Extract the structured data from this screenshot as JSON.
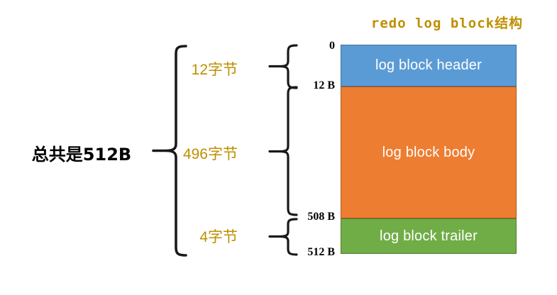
{
  "diagram": {
    "title": "redo log block结构",
    "total_label": "总共是512B",
    "accent_color": "#bf8f00",
    "text_color": "#000000"
  },
  "blocks": [
    {
      "name": "header",
      "label": "log block header",
      "color": "#5b9bd5",
      "border_color": "#41719c",
      "size_label": "12字节",
      "start_offset": "0",
      "end_offset": "12 B"
    },
    {
      "name": "body",
      "label": "log block body",
      "color": "#ed7d31",
      "border_color": "#ae5a21",
      "size_label": "496字节",
      "start_offset": "12 B",
      "end_offset": "508 B"
    },
    {
      "name": "trailer",
      "label": "log block trailer",
      "color": "#70ad47",
      "border_color": "#507e32",
      "size_label": "4字节",
      "start_offset": "508 B",
      "end_offset": "512 B"
    }
  ],
  "offsets": {
    "zero": "0",
    "twelve": "12 B",
    "five_oh_eight": "508 B",
    "five_twelve": "512 B"
  },
  "sizes": {
    "header": "12字节",
    "body": "496字节",
    "trailer": "4字节"
  }
}
